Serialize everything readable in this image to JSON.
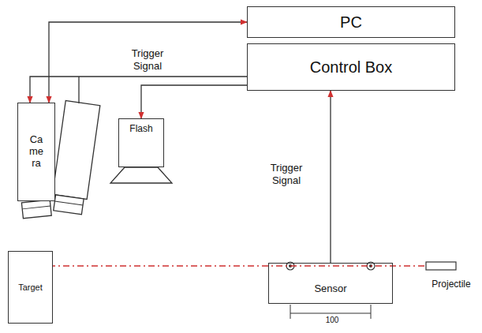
{
  "diagram": {
    "nodes": [
      {
        "text": [
          "PC"
        ]
      },
      {
        "text": [
          "Control Box"
        ]
      },
      {
        "text": [
          "Ca me ra"
        ]
      },
      {
        "text": [
          "Flash"
        ]
      },
      {
        "text": [
          "Target"
        ]
      },
      {
        "text": [
          "Sensor"
        ]
      },
      {
        "text": [
          "Projectile"
        ]
      }
    ],
    "edges": [
      {
        "from": 2,
        "to": 0,
        "arrow": "both"
      },
      {
        "from": 1,
        "to": 2,
        "label": "Trigger Signal",
        "arrow": "to"
      },
      {
        "from": 1,
        "to": 3,
        "arrow": "to"
      },
      {
        "from": 5,
        "to": 1,
        "label": "Trigger Signal",
        "arrow": "to"
      },
      {
        "from": 6,
        "to": 4,
        "arrow": "none"
      }
    ],
    "labels": [
      "100"
    ]
  }
}
